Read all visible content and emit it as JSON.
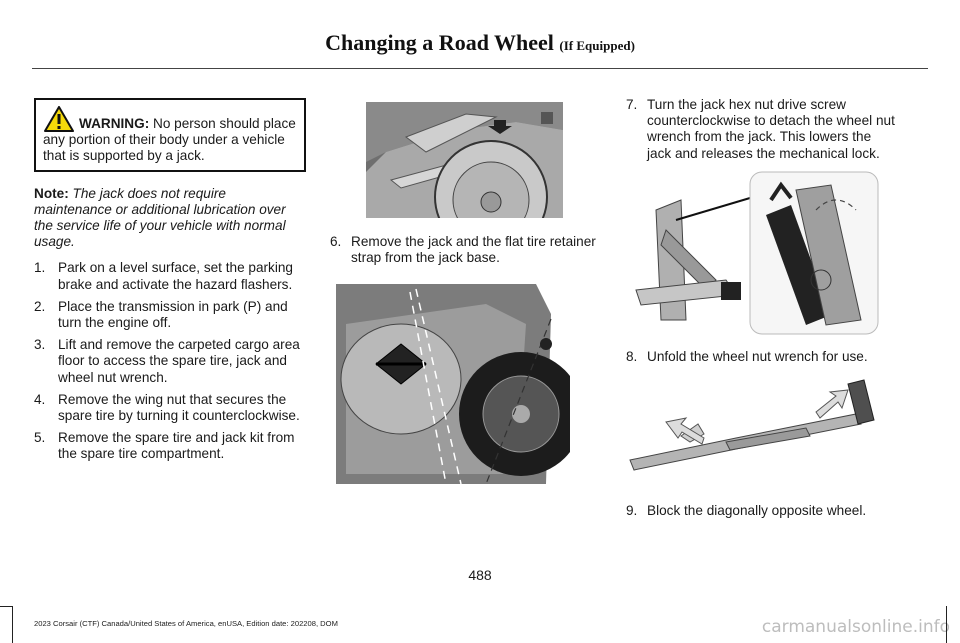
{
  "header": {
    "title": "Changing a Road Wheel",
    "suffix": "(If Equipped)"
  },
  "warning": {
    "label": "WARNING:",
    "text": " No person should place any portion of their body under a vehicle that is supported by a jack."
  },
  "note": {
    "label": "Note:",
    "text": " The jack does not require maintenance or additional lubrication over the service life of your vehicle with normal usage."
  },
  "steps_col1": [
    {
      "num": "1.",
      "text": "Park on a level surface, set the parking brake and activate the hazard flashers."
    },
    {
      "num": "2.",
      "text": "Place the transmission in park (P) and turn the engine off."
    },
    {
      "num": "3.",
      "text": "Lift and remove the carpeted cargo area floor to access the spare tire, jack and wheel nut wrench."
    },
    {
      "num": "4.",
      "text": "Remove the wing nut that secures the spare tire by turning it counterclockwise."
    },
    {
      "num": "5.",
      "text": "Remove the spare tire and jack kit from the spare tire compartment."
    }
  ],
  "step6": {
    "num": "6.",
    "text": "Remove the jack and the flat tire retainer strap from the jack base."
  },
  "step7": {
    "num": "7.",
    "text": "Turn the jack hex nut drive screw counterclockwise to detach the wheel nut wrench from the jack. This lowers the jack and releases the mechanical lock."
  },
  "step8": {
    "num": "8.",
    "text": "Unfold the wheel nut wrench for use."
  },
  "step9": {
    "num": "9.",
    "text": "Block the diagonally opposite wheel."
  },
  "page_number": "488",
  "footer": "2023 Corsair (CTF) Canada/United States of America, enUSA, Edition date: 202208, DOM",
  "watermark": "carmanualsonline.info",
  "figures": {
    "fig1": "spare-tire-in-compartment-illustration",
    "fig2": "jack-removal-illustration",
    "fig3": "jack-hex-nut-illustration",
    "fig4": "wheel-nut-wrench-illustration"
  }
}
